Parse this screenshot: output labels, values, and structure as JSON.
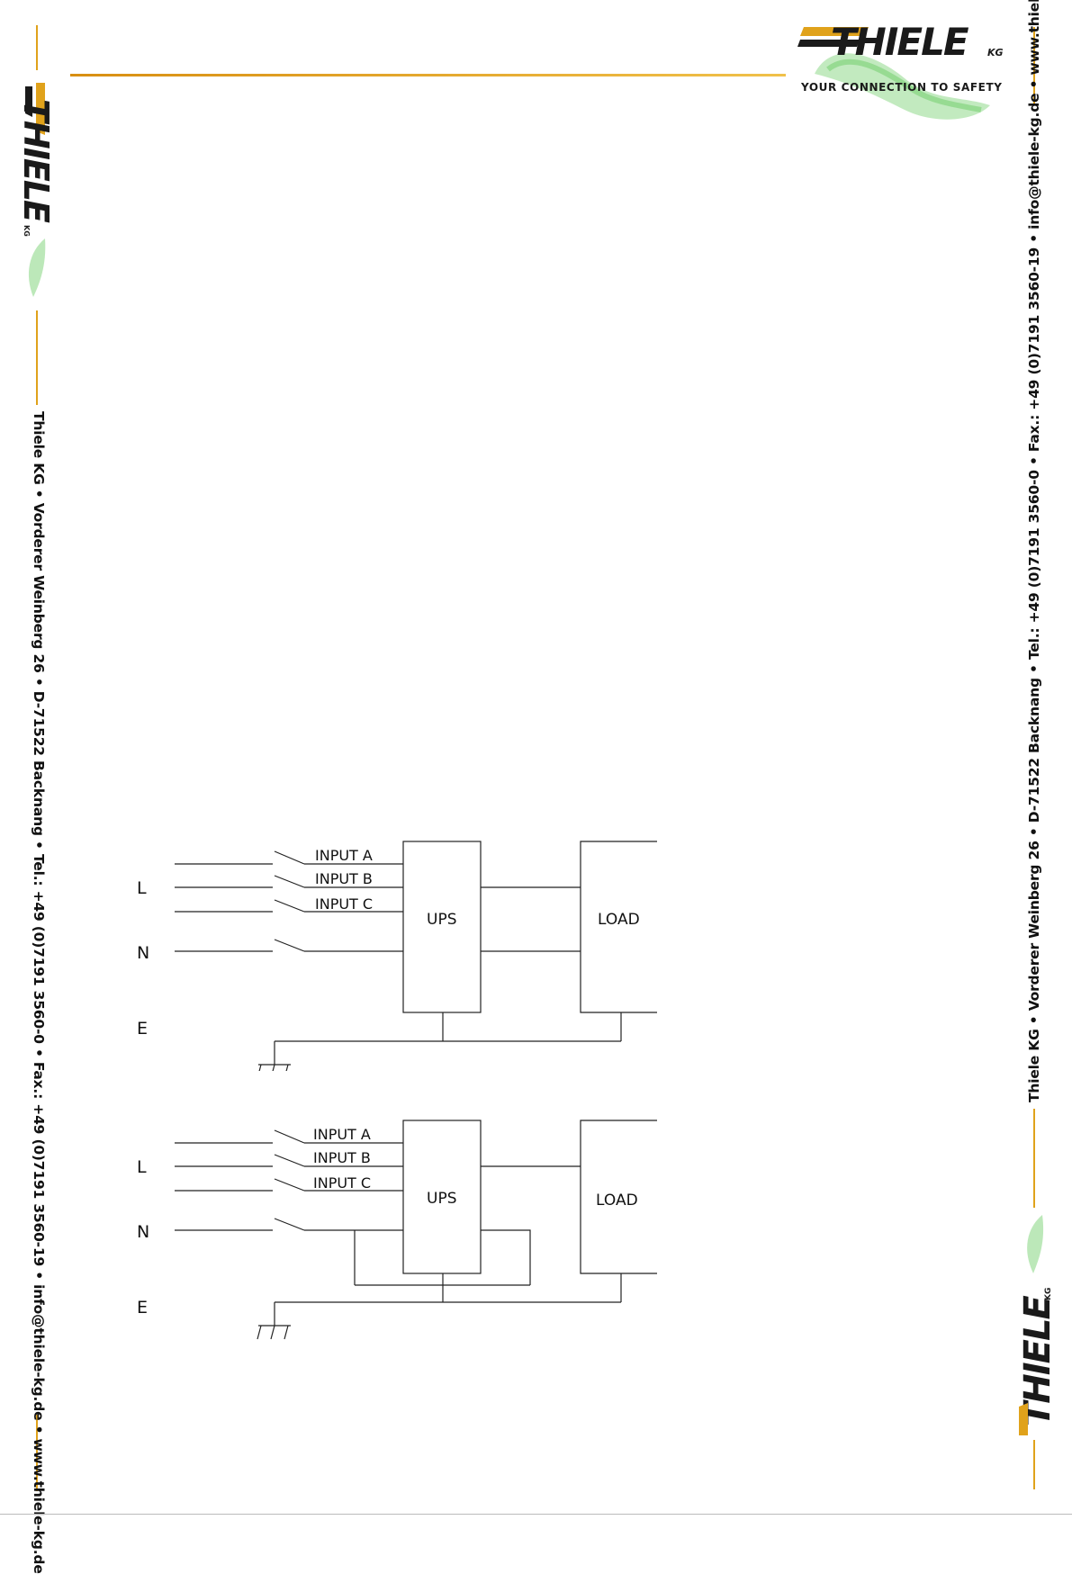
{
  "brand": {
    "logo_text": "THIELE",
    "logo_suffix": "KG",
    "tagline": "YOUR CONNECTION TO SAFETY"
  },
  "contact_line": "Thiele KG • Vorderer Weinberg 26 • D-71522 Backnang • Tel.: +49 (0)7191 3560-0 • Fax.: +49 (0)7191 3560-19 • info@thiele-kg.de • www.thiele-kg.de",
  "colors": {
    "accent": "#e0a21b",
    "green": "#7fcf7a",
    "dark": "#1a1a1a"
  },
  "diagrams": [
    {
      "line_labels": {
        "l": "L",
        "n": "N",
        "e": "E"
      },
      "inputs": [
        "INPUT A",
        "INPUT B",
        "INPUT C"
      ],
      "ups_label": "UPS",
      "load_label": "LOAD"
    },
    {
      "line_labels": {
        "l": "L",
        "n": "N",
        "e": "E"
      },
      "inputs": [
        "INPUT A",
        "INPUT B",
        "INPUT C"
      ],
      "ups_label": "UPS",
      "load_label": "LOAD"
    }
  ]
}
